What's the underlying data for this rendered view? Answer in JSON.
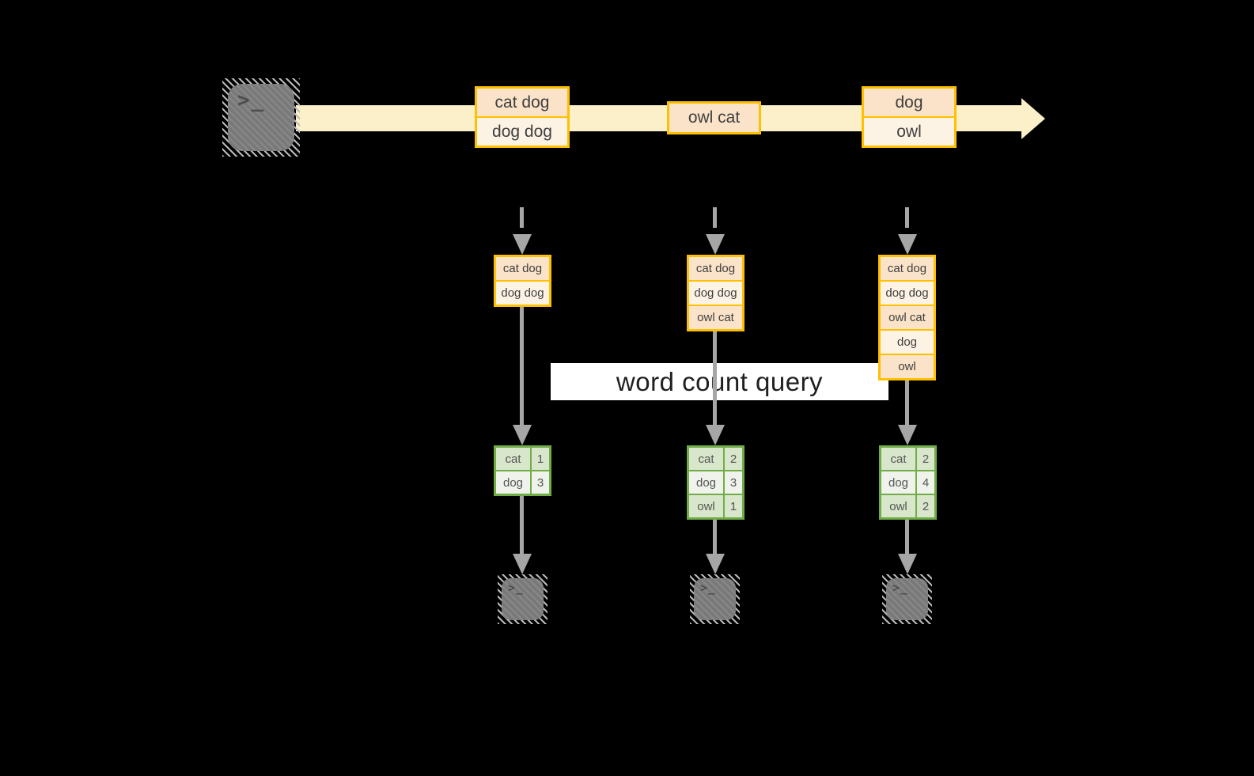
{
  "query": {
    "label": "word count query"
  },
  "icons": {
    "terminal_prompt": ">_"
  },
  "colors": {
    "background": "#000000",
    "stream_arrow": "#FBF0C9",
    "box_border": "#FFC000",
    "box_fill_dark": "#FAE3C8",
    "box_fill_light": "#FDF3E4",
    "table_border": "#70AD47",
    "cell_fill_dark": "#D8E6CB",
    "cell_fill_light": "#EFF3EB",
    "arrow_gray": "#A6A6A6",
    "terminal_gray": "#7F7F7F",
    "query_band": "#FFFFFF"
  },
  "stream": {
    "batches": [
      {
        "items": [
          "cat dog",
          "dog dog"
        ]
      },
      {
        "items": [
          "owl cat"
        ]
      },
      {
        "items": [
          "dog",
          "owl"
        ]
      }
    ]
  },
  "columns": [
    {
      "micro_batch": [
        "cat dog",
        "dog dog"
      ],
      "counts": [
        {
          "word": "cat",
          "count": "1"
        },
        {
          "word": "dog",
          "count": "3"
        }
      ]
    },
    {
      "micro_batch": [
        "cat dog",
        "dog dog",
        "owl cat"
      ],
      "counts": [
        {
          "word": "cat",
          "count": "2"
        },
        {
          "word": "dog",
          "count": "3"
        },
        {
          "word": "owl",
          "count": "1"
        }
      ]
    },
    {
      "micro_batch": [
        "cat dog",
        "dog dog",
        "owl cat",
        "dog",
        "owl"
      ],
      "counts": [
        {
          "word": "cat",
          "count": "2"
        },
        {
          "word": "dog",
          "count": "4"
        },
        {
          "word": "owl",
          "count": "2"
        }
      ]
    }
  ]
}
